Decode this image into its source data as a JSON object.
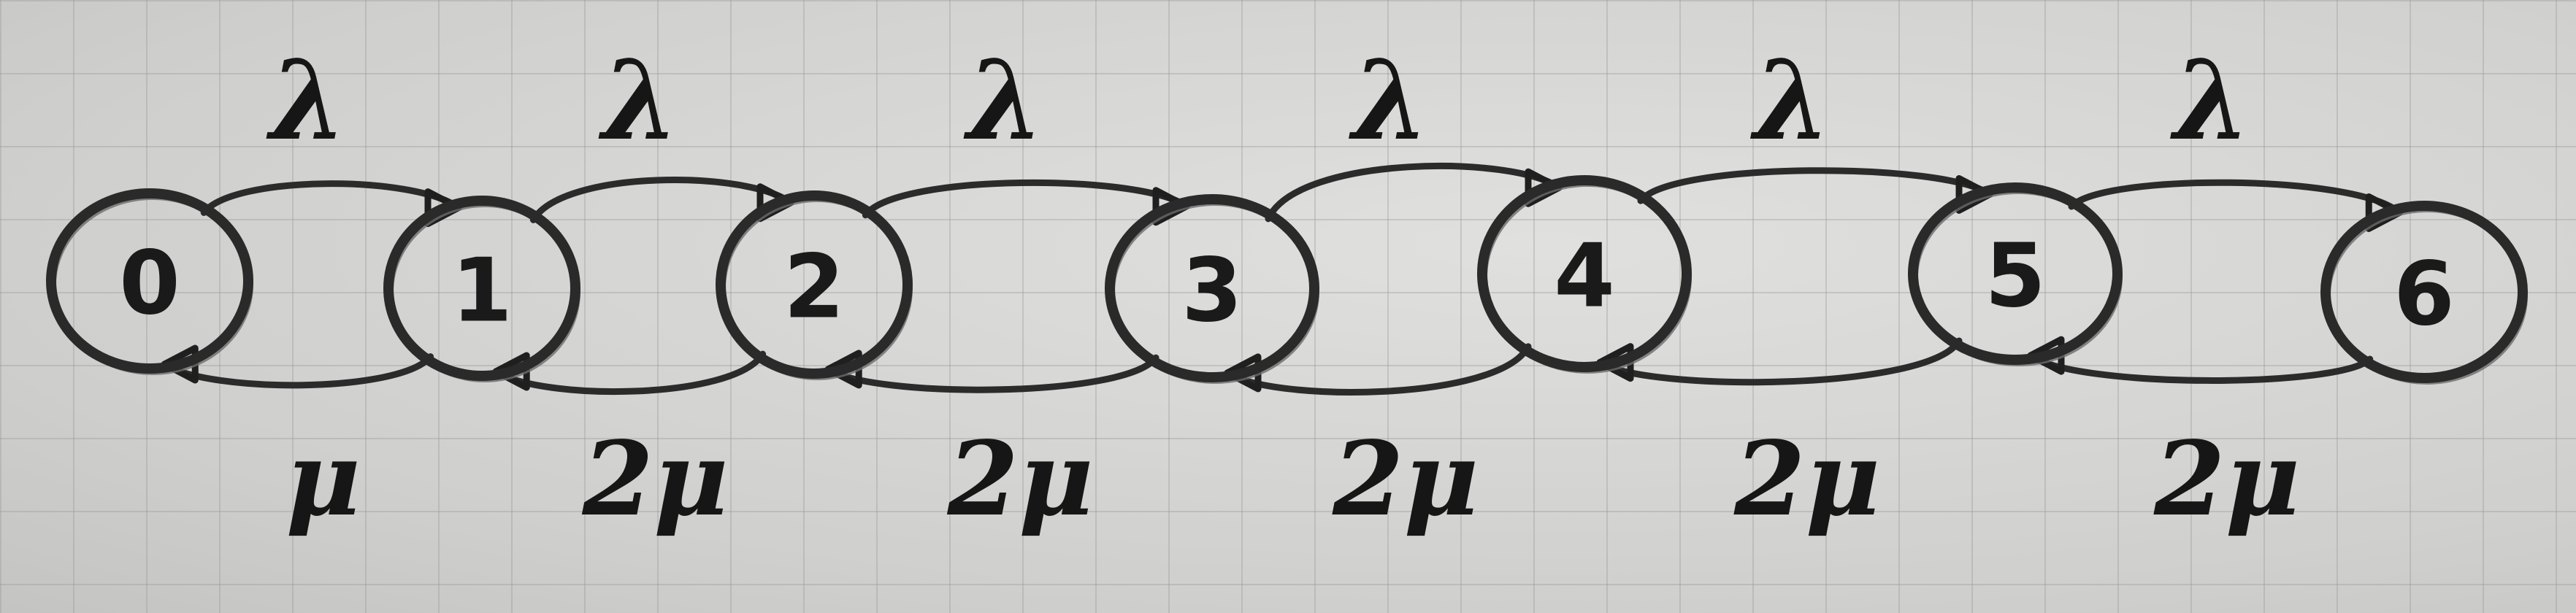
{
  "diagram": {
    "states": [
      "0",
      "1",
      "2",
      "3",
      "4",
      "5",
      "6"
    ],
    "forward_rates": [
      "λ",
      "λ",
      "λ",
      "λ",
      "λ",
      "λ"
    ],
    "backward_rates": [
      "μ",
      "2μ",
      "2μ",
      "2μ",
      "2μ",
      "2μ"
    ]
  }
}
